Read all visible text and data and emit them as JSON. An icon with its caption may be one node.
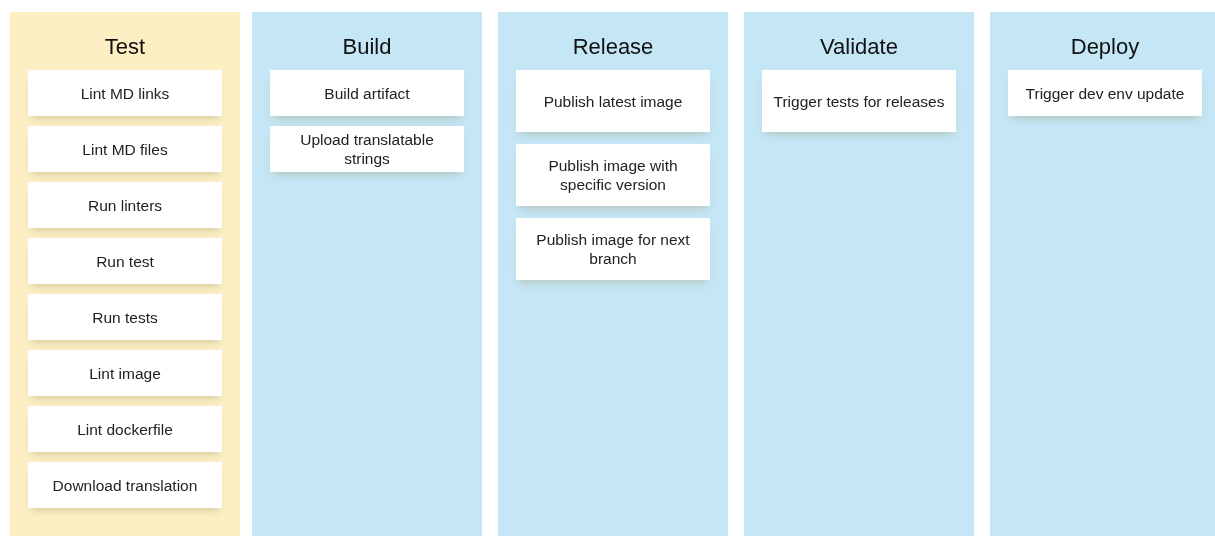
{
  "diagram": {
    "nodes": [
      {
        "text": [
          "Test"
        ]
      },
      {
        "text": [
          "Lint MD links"
        ],
        "in": 0
      },
      {
        "text": [
          "Lint MD files"
        ],
        "in": 0
      },
      {
        "text": [
          "Run linters"
        ],
        "in": 0
      },
      {
        "text": [
          "Run test"
        ],
        "in": 0
      },
      {
        "text": [
          "Run tests"
        ],
        "in": 0
      },
      {
        "text": [
          "Lint image"
        ],
        "in": 0
      },
      {
        "text": [
          "Lint dockerfile"
        ],
        "in": 0
      },
      {
        "text": [
          "Download translation"
        ],
        "in": 0
      },
      {
        "text": [
          "Build"
        ]
      },
      {
        "text": [
          "Build artifact"
        ],
        "in": 9
      },
      {
        "text": [
          "Upload translatable strings"
        ],
        "in": 9
      },
      {
        "text": [
          "Release"
        ]
      },
      {
        "text": [
          "Publish latest image"
        ],
        "in": 12
      },
      {
        "text": [
          "Publish image with specific version"
        ],
        "in": 12
      },
      {
        "text": [
          "Publish image for next branch"
        ],
        "in": 12
      },
      {
        "text": [
          "Validate"
        ]
      },
      {
        "text": [
          "Trigger tests for releases"
        ],
        "in": 16
      },
      {
        "text": [
          "Deploy"
        ]
      },
      {
        "text": [
          "Trigger dev env update"
        ],
        "in": 18
      }
    ]
  }
}
